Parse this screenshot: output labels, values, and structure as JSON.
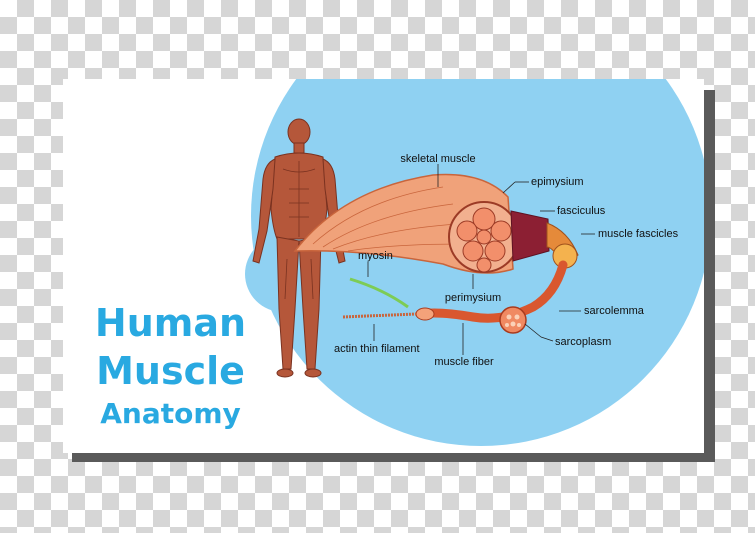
{
  "title": {
    "line1": "Human",
    "line2": "Muscle",
    "line3": "Anatomy"
  },
  "labels": {
    "skeletal_muscle": "skeletal muscle",
    "epimysium": "epimysium",
    "fasciculus": "fasciculus",
    "muscle_fascicles": "muscle fascicles",
    "myosin": "myosin",
    "perimysium": "perimysium",
    "sarcolemma": "sarcolemma",
    "sarcoplasm": "sarcoplasm",
    "actin_thin_filament": "actin thin filament",
    "muscle_fiber": "muscle fiber"
  },
  "colors": {
    "title": "#29a9e1",
    "circle": "#8fd1f2",
    "muscle": "#f0a27a",
    "muscle_dark": "#c9653c",
    "body": "#b5573a",
    "fascicle_dark": "#8c1f33",
    "myosin": "#7dcc55"
  }
}
